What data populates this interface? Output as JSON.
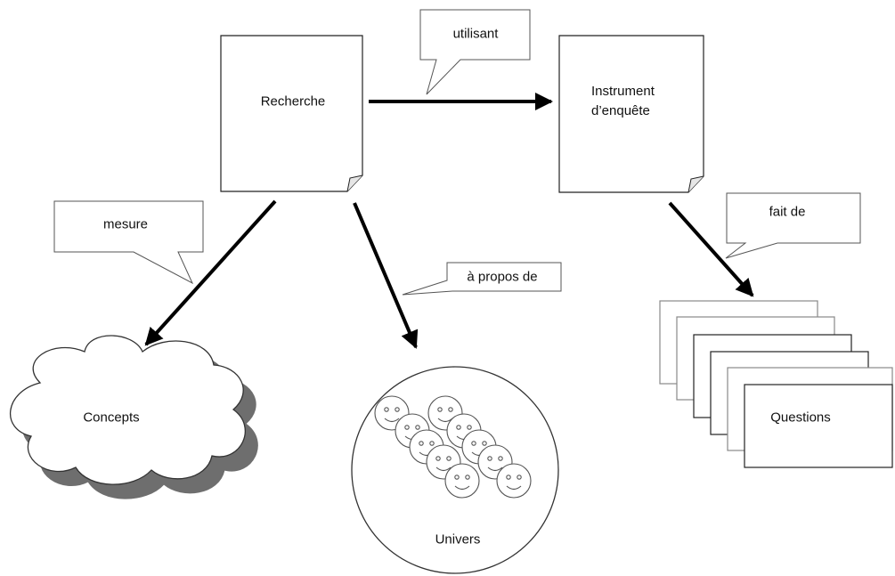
{
  "nodes": {
    "recherche": "Recherche",
    "instrument_line1": "Instrument",
    "instrument_line2": "d’enquête",
    "concepts": "Concepts",
    "univers": "Univers",
    "questions": "Questions"
  },
  "edges": {
    "utilisant": "utilisant",
    "mesure": "mesure",
    "a_propos_de": "à propos de",
    "fait_de": "fait de"
  }
}
